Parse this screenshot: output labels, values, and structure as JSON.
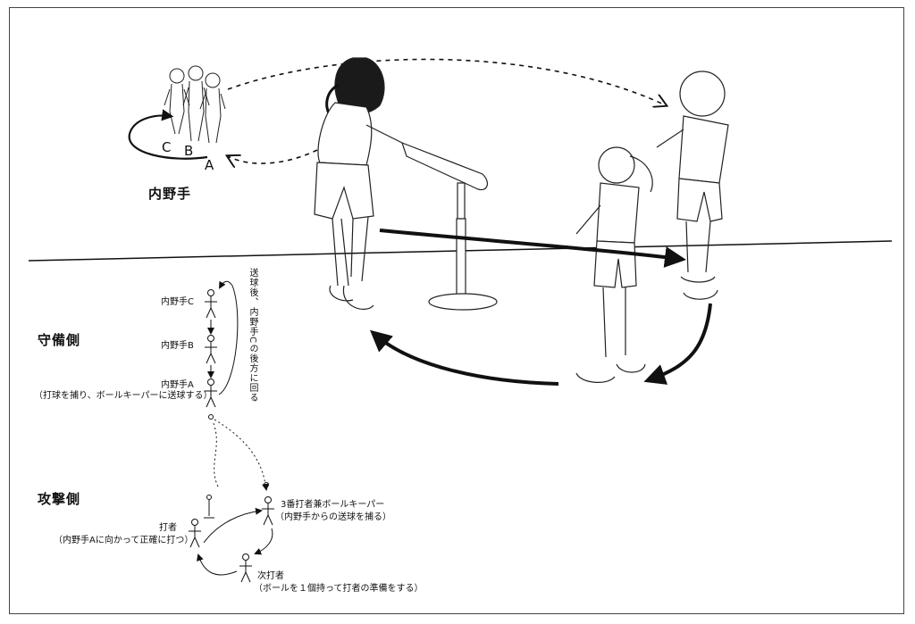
{
  "top": {
    "infielder_group_label": "内野手",
    "letters": [
      "C",
      "B",
      "A"
    ]
  },
  "diagram": {
    "defense_label": "守備側",
    "offense_label": "攻撃側",
    "infielder_c": "内野手C",
    "infielder_b": "内野手B",
    "infielder_a": "内野手A",
    "infielder_a_note": "（打球を捕り、ボールキーパーに送球する）",
    "vertical_note": "送球後、内野手Cの後方に回る",
    "ball_keeper": "3番打者兼ボールキーパー",
    "ball_keeper_note": "（内野手からの送球を捕る）",
    "batter": "打者",
    "batter_note": "（内野手Aに向かって正確に打つ）",
    "next_batter": "次打者",
    "next_batter_note": "（ボールを１個持って打者の準備をする）"
  }
}
